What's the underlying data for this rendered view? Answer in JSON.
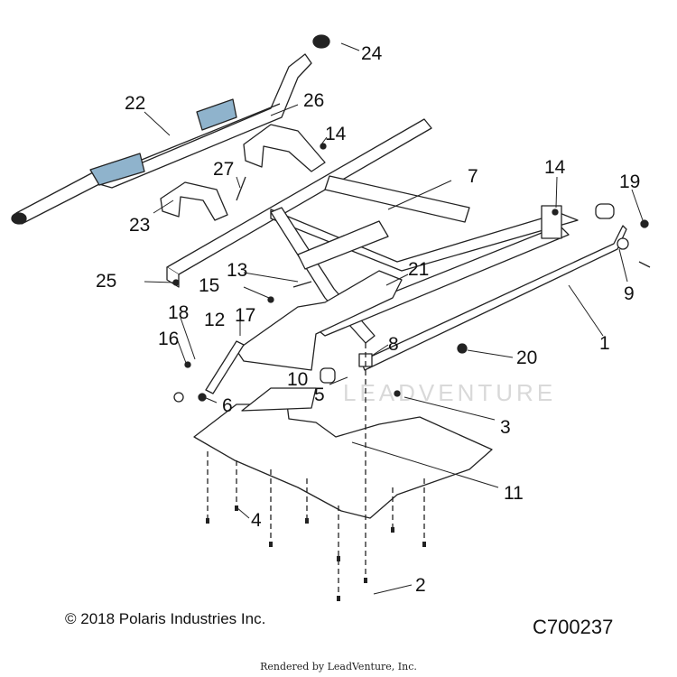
{
  "callouts": {
    "c1": "1",
    "c2": "2",
    "c3": "3",
    "c4": "4",
    "c5": "5",
    "c6": "6",
    "c7": "7",
    "c8": "8",
    "c9": "9",
    "c10": "10",
    "c11": "11",
    "c12": "12",
    "c13": "13",
    "c14a": "14",
    "c14b": "14",
    "c15": "15",
    "c16": "16",
    "c17": "17",
    "c18": "18",
    "c19": "19",
    "c20": "20",
    "c21": "21",
    "c22": "22",
    "c23": "23",
    "c24": "24",
    "c25": "25",
    "c26": "26",
    "c27": "27"
  },
  "footer": {
    "copyright": "© 2018 Polaris Industries Inc.",
    "diagram_code": "C700237",
    "rendered_by": "Rendered by LeadVenture, Inc."
  },
  "watermark": "LEADVENTURE",
  "colors": {
    "line": "#222222",
    "bracket_fill": "#8fb3cc",
    "part_fill": "#ffffff"
  }
}
